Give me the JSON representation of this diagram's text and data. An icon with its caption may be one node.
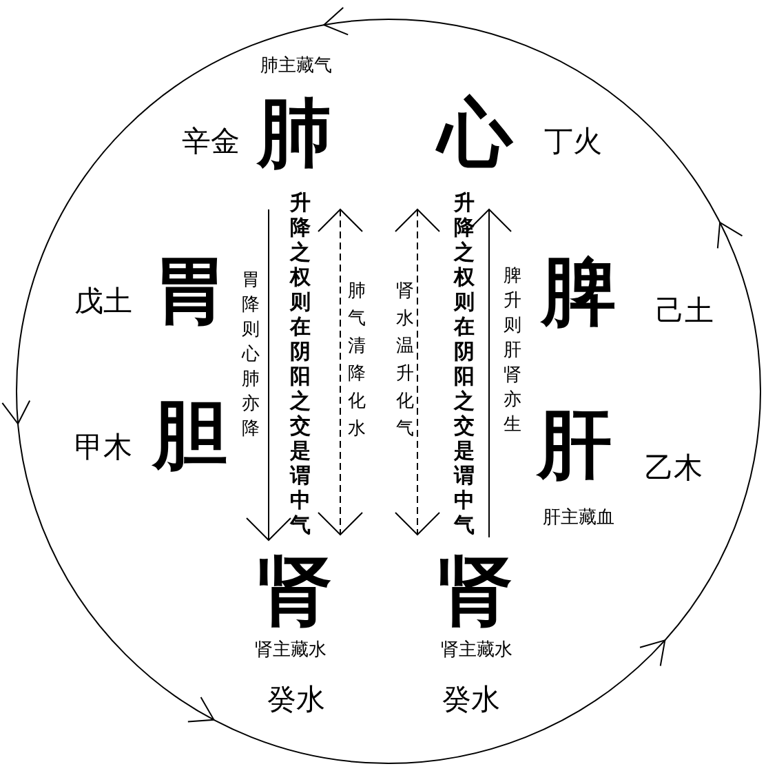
{
  "diagram": {
    "labels": [
      "肺主藏气",
      "辛金",
      "肺",
      "心",
      "丁火",
      "升降之权则在阴阳之交是谓中气",
      "升降之权则在阴阳之交是谓中气",
      "胃降则心肺亦降",
      "肺气清降化水",
      "肾水温升化气",
      "脾升则肝肾亦生",
      "戊土",
      "胃",
      "脾",
      "己土",
      "甲木",
      "胆",
      "肝",
      "乙木",
      "肝主藏血",
      "肾",
      "肾",
      "肾主藏水",
      "肾主藏水",
      "癸水",
      "癸水"
    ]
  }
}
